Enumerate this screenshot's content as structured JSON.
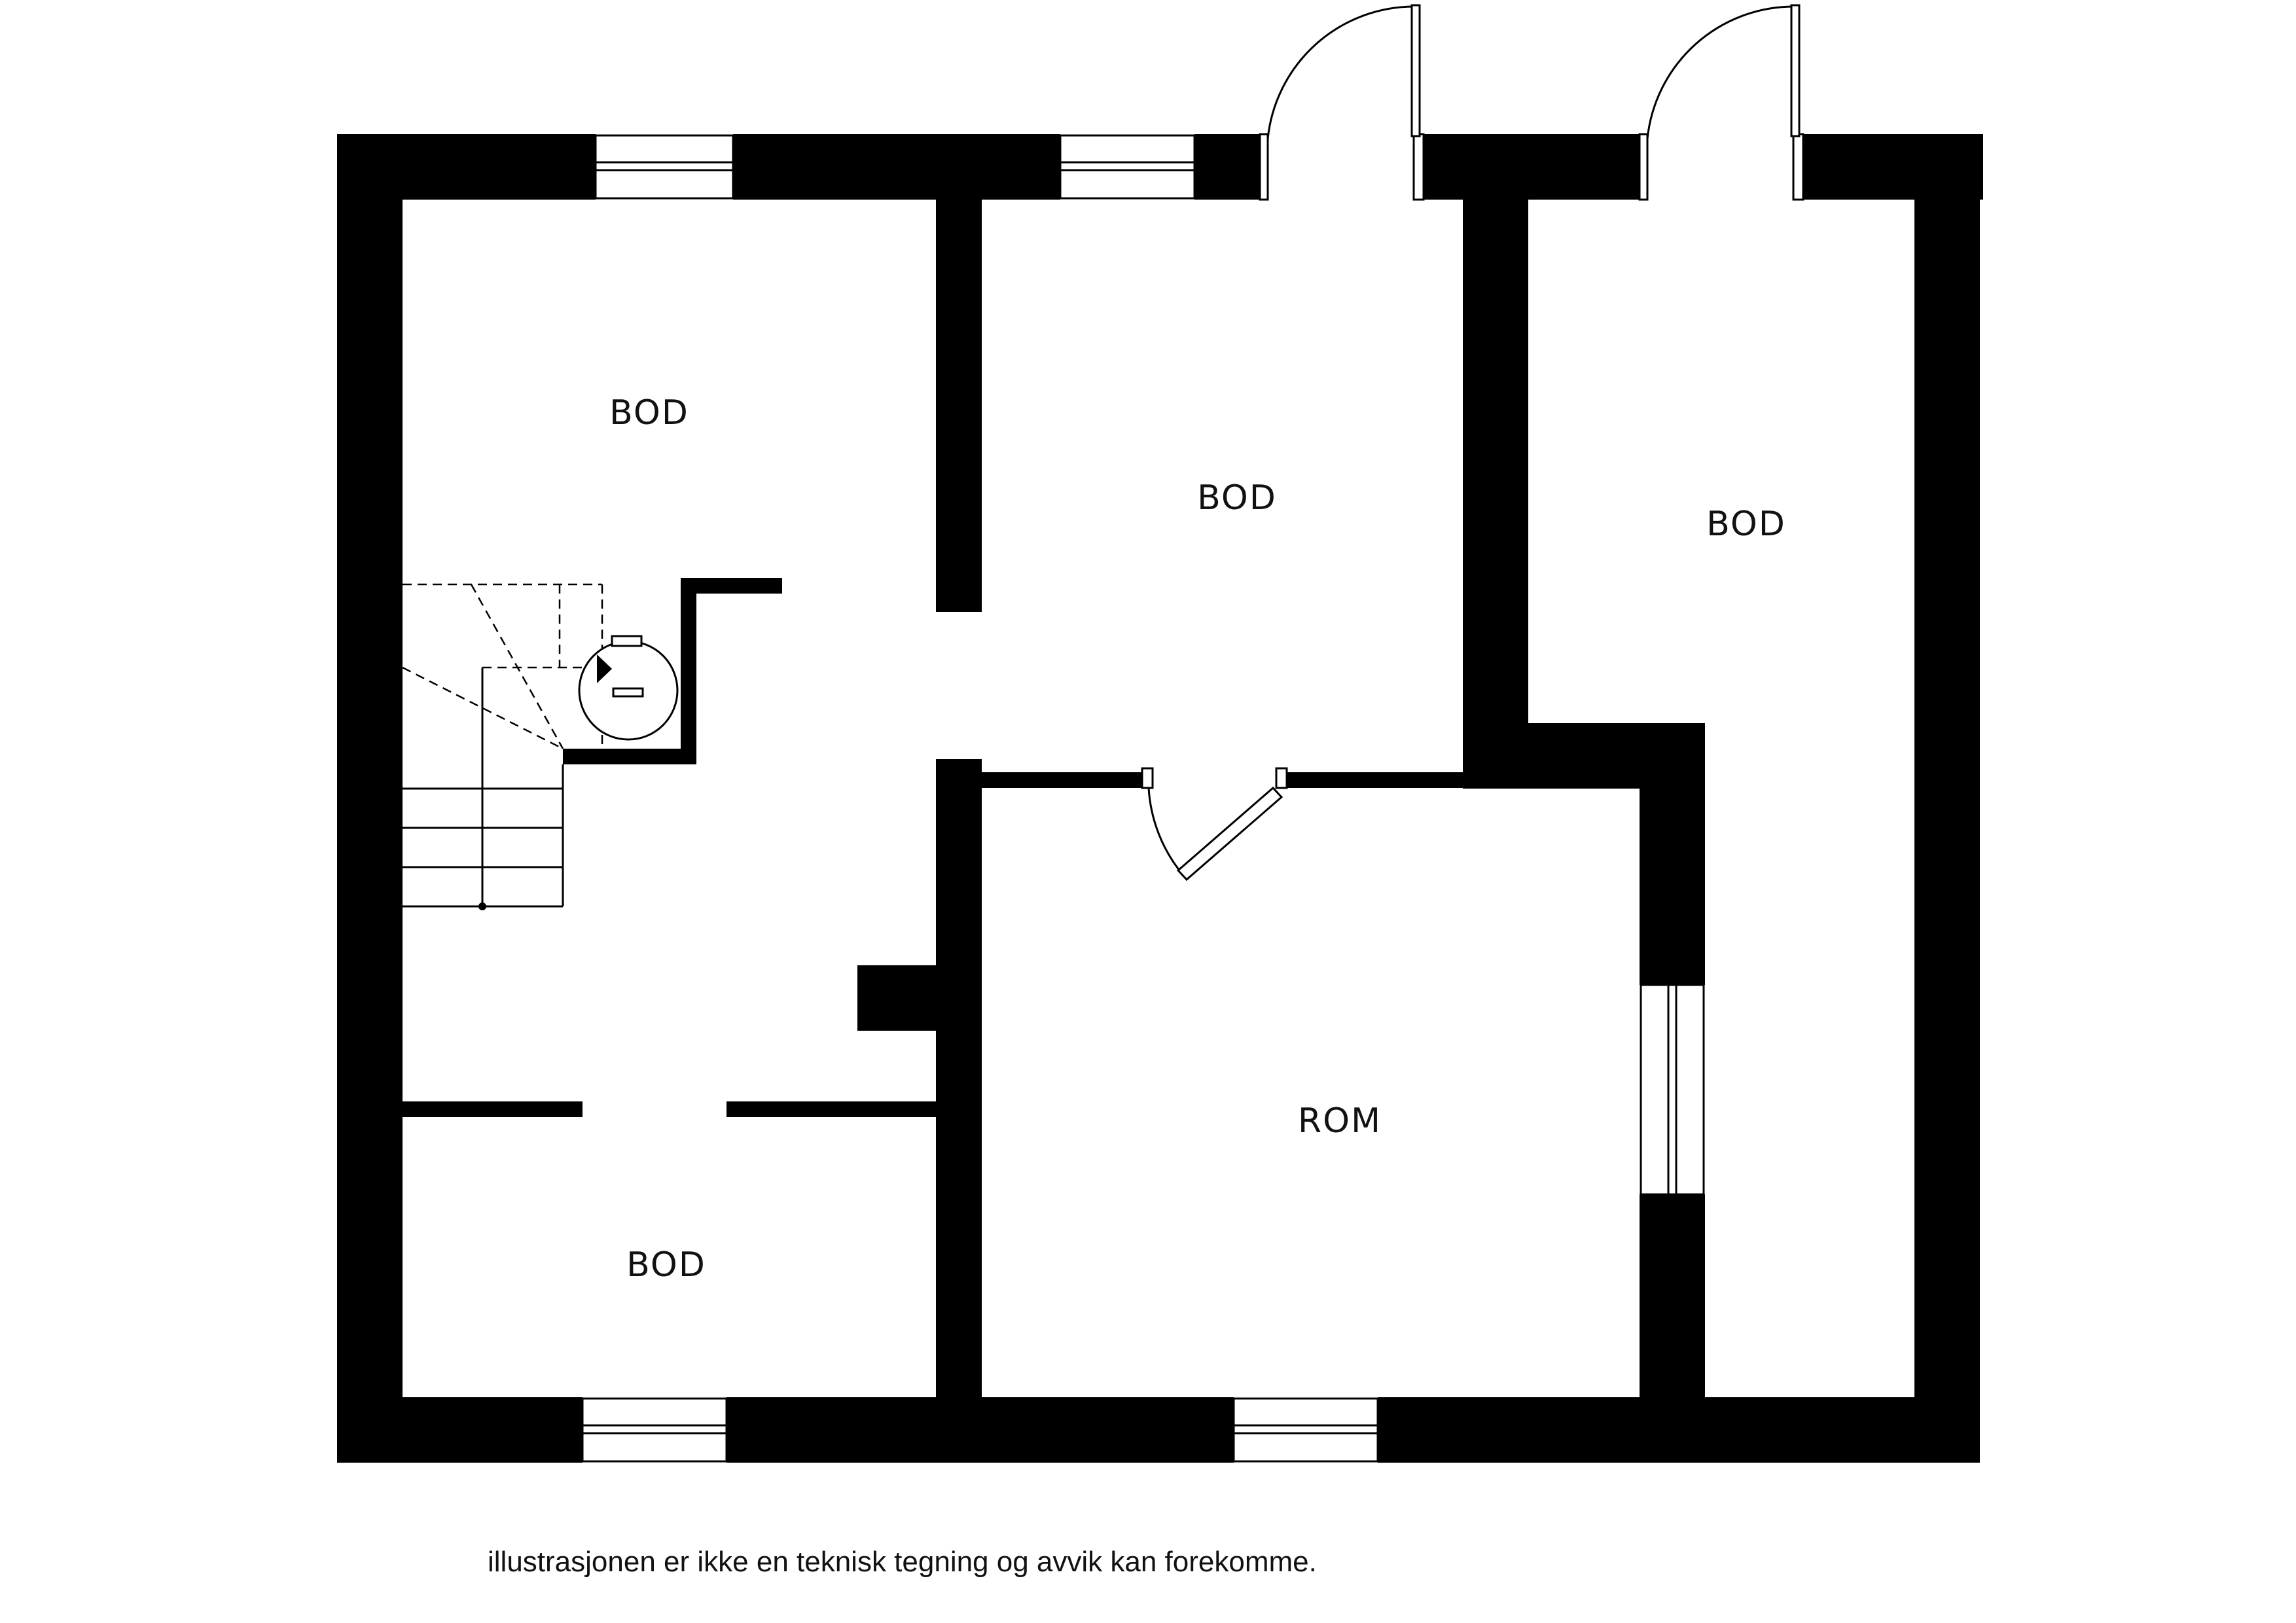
{
  "rooms": {
    "bod_top_left": "BOD",
    "bod_top_middle": "BOD",
    "bod_right": "BOD",
    "bod_bottom_left": "BOD",
    "rom": "ROM"
  },
  "disclaimer": "illustrasjonen er ikke en teknisk tegning og avvik kan forekomme.",
  "colors": {
    "wall": "#000000",
    "background": "#ffffff",
    "text": "#111111"
  }
}
